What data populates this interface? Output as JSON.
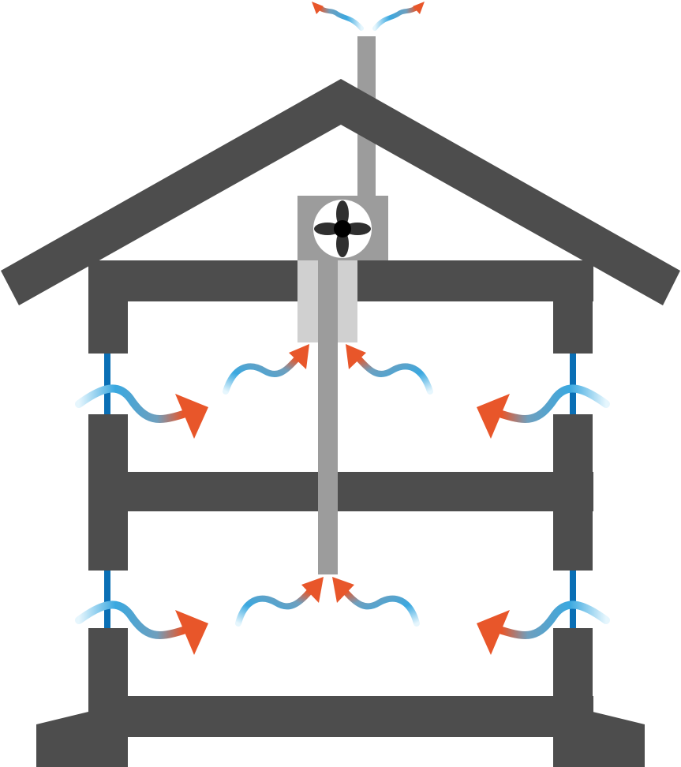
{
  "diagram": {
    "subject": "exhaust-ventilation-house",
    "colors": {
      "structure": "#4d4d4d",
      "duct": "#9c9c9c",
      "duct_light": "#d0d0d0",
      "window_frame": "#0a6fb5",
      "fan_blade": "#2f2f2f",
      "fan_hub": "#000000",
      "air_cool": "#3aa8e0",
      "air_cool_light": "#b8e4f7",
      "air_warm": "#e8562a",
      "arrow_mid": "#8aa6b8",
      "background": "#ffffff"
    },
    "components": {
      "roof": "roof-icon",
      "fan": "fan-icon",
      "exhaust_stack": "exhaust-stack",
      "vertical_duct": "vertical-duct",
      "floors": [
        "upper-floor",
        "lower-floor"
      ],
      "windows": [
        "window-upper-left",
        "window-upper-right",
        "window-lower-left",
        "window-lower-right"
      ]
    }
  }
}
